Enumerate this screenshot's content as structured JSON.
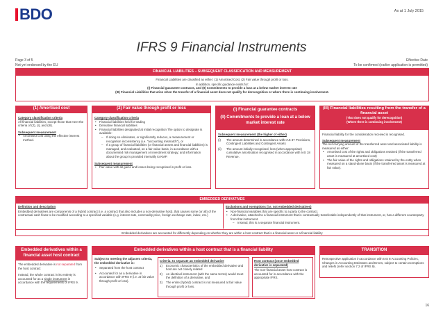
{
  "header": {
    "logo": "BDO",
    "as_at": "As at 1 July 2015",
    "title": "IFRS 9 Financial Instruments",
    "page_label": "Page 3 of 5",
    "endorsement": "Not yet endorsed by the EU",
    "effective_label": "Effective Date",
    "effective_value": "To be confirmed (earlier application is permitted)"
  },
  "classification": {
    "bar": "FINANCIAL LIABILITIES – SUBSEQUENT CLASSIFICATION AND MEASUREMENT",
    "line1": "Financial Liabilities are classified as either: (1) Amortised Cost, (2) Fair value through profit or loss.",
    "line2": "In addition, specific guidance exists for:",
    "line3": "(I) Financial guarantee contracts, and (II) Commitments to provide a loan at a below market interest rate",
    "line4": "(III) Financial Liabilities that arise when the transfer of a financial asset does not qualify for derecognition or where there is continuing involvement."
  },
  "col1": {
    "head": "(1) Amortised cost",
    "criteria_title": "Category classification criteria",
    "criteria_text": "All financial liabilities, except those that meet the criteria of (2), (I), and (III).",
    "measure_title": "Subsequent measurement",
    "measure_items": [
      "Amortised cost using the effective interest method."
    ]
  },
  "col2": {
    "head": "(2) Fair value through profit or loss",
    "criteria_title": "Category classification criteria",
    "criteria_items": [
      "Financial liabilities held for trading",
      "Derivative financial liabilities",
      "Financial liabilities designated at initial recognition The option to designate is available:"
    ],
    "sub_items": [
      "If doing so eliminates, or significantly reduces, a measurement or recognition inconsistency (i.e. \"accounting mismatch\"), or",
      "If a group of financial liabilities (or financial assets and financial liabilities) is managed, and evaluated, on a fair value basis, in accordance with a documented risk management or investment strategy; and information about the group is provided internally to KMP."
    ],
    "measure_title": "Subsequent measurement",
    "measure_items": [
      "Fair value with all gains and losses being recognised in profit or loss."
    ]
  },
  "col3": {
    "head1": "(I) Financial guarantee contracts",
    "head2": "(II) Commitments to provide a loan at a below market interest rate",
    "measure_title": "Subsequent measurement (the higher of either)",
    "items": [
      {
        "num": "(i)",
        "text": "The amount determined in accordance with IAS 37 Provisions, Contingent Liabilities and Contingent Assets"
      },
      {
        "num": "(ii)",
        "text": "The amount initially recognised, less (when appropriate) cumulative amortisation recognised in accordance with IAS 18 Revenue."
      }
    ]
  },
  "col4": {
    "head1": "(III) Financial liabilities resulting from the transfer of a financial asset",
    "head2": "(That does not qualify for derecognition)",
    "head3": "(Where there is continuing involvement)",
    "intro": "Financial liability for the consideration received is recognised.",
    "measure_title": "Subsequent measurement",
    "measure_text": "The net carrying amount of the transferred asset and associated liability is measured as either:",
    "items": [
      "Amortised cost of the rights and obligations retained (if the transferred asset is measured at amortised cost)",
      "The fair value of the rights and obligations retained by the entity when measured on a stand-alone basis (if the transferred asset is measured at fair value)."
    ]
  },
  "embedded": {
    "bar": "EMBEDDED DERIVATIVES",
    "def_title": "Definition and description",
    "def_text": "Embedded derivatives are components of a hybrid contract (i.e. a contract that also includes a non-derivative host), that causes some (or all) of the contractual cash flows to be modified according to a specified variable (e.g. interest rate, commodity price, foreign exchange rate, index, etc.)",
    "excl_title": "Exclusions and exemptions (i.e. not embedded derivatives)",
    "excl_items": [
      "Non-financial variables that are specific to a party to the contract.",
      "A derivative, attached to a financial instrument that is contractually transferable independently of that instrument, or, has a different counterparty from that instrument."
    ],
    "excl_sub": "Instead, this is a separate financial instrument.",
    "note": "Embedded derivatives are accounted for differently depending on whether they are within a host contract that is a financial asset or a financial liability"
  },
  "bottom": {
    "asset_head": "Embedded derivatives within a financial asset host contract",
    "asset_p1a": "The embedded derivative is ",
    "asset_p1b": "not separated",
    "asset_p1c": " from the host contract",
    "asset_p2a": "Instead, the whole contract in its entirety is accounted for as a ",
    "asset_p2b": "single instrument",
    "asset_p2c": " in accordance with the requirements of IFRS 9.",
    "liab_head": "Embedded derivatives within a host contract that is a financial liability",
    "liab_sub_title": "Subject to meeting the adjacent criteria, the embedded derivative is:",
    "liab_sub_items": [
      "Separated from the host contract",
      "Accounted for as a derivative in accordance with IFRS 9 (i.e. at fair value through profit or loss)."
    ],
    "crit_title": "Criteria: to separate an embedded derivative",
    "crit_items": [
      {
        "num": "1)",
        "text": "Economic characteristics of the embedded derivative and host are not closely related"
      },
      {
        "num": "2)",
        "text": "An identical instrument (with the same terms) would meet the definition of a derivative, and"
      },
      {
        "num": "3)",
        "text": "The entire (hybrid) contract is not measured at fair value through profit or loss."
      }
    ],
    "host_title": "Host contract (once embedded derivative is separated)",
    "host_text": "The non-financial asset host contract is accounted for in accordance with the appropriate IFRS.",
    "trans_head": "TRANSITION",
    "trans_text": "Retrospective application in accordance with IAS 8 Accounting Policies, Changes in Accounting Estimates and Errors, subject to certain exemptions and reliefs (refer section 7.2 of IFRS 9)."
  },
  "page_number": "16"
}
